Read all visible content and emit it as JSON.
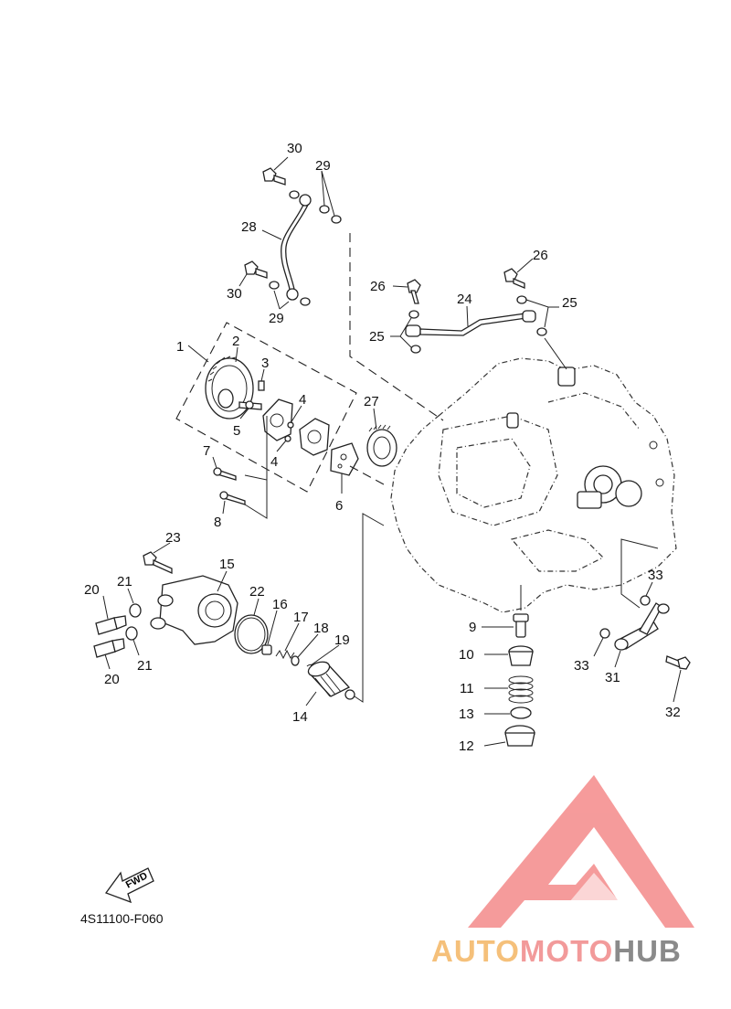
{
  "diagram": {
    "code": "4S11100-F060",
    "fwd_label": "FWD",
    "callouts": {
      "c1": "1",
      "c2": "2",
      "c3": "3",
      "c4a": "4",
      "c4b": "4",
      "c5": "5",
      "c6": "6",
      "c7": "7",
      "c8": "8",
      "c9": "9",
      "c10": "10",
      "c11": "11",
      "c12": "12",
      "c13": "13",
      "c14": "14",
      "c15": "15",
      "c16": "16",
      "c17": "17",
      "c18": "18",
      "c19": "19",
      "c20a": "20",
      "c20b": "20",
      "c21a": "21",
      "c21b": "21",
      "c22": "22",
      "c23": "23",
      "c24": "24",
      "c25a": "25",
      "c25b": "25",
      "c26a": "26",
      "c26b": "26",
      "c27": "27",
      "c28": "28",
      "c29a": "29",
      "c29b": "29",
      "c30a": "30",
      "c30b": "30",
      "c31": "31",
      "c32": "32",
      "c33a": "33",
      "c33b": "33"
    }
  },
  "watermark": {
    "part1": "AUTO",
    "part2": "MOTO",
    "part3": "HUB",
    "color_auto": "#f5c07a",
    "color_moto": "#f29a9a",
    "color_hub": "#8a8a8a",
    "logo_color": "#f48a8a"
  }
}
